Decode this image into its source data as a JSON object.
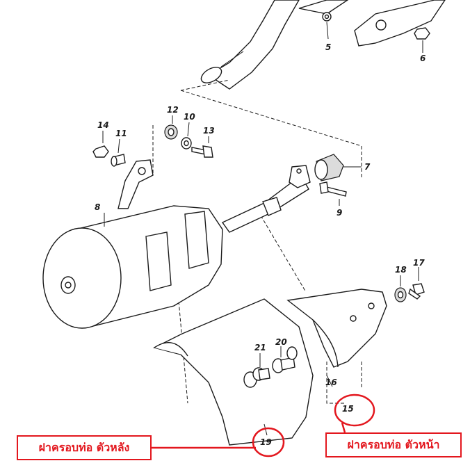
{
  "callouts": {
    "c5": "5",
    "c6": "6",
    "c7": "7",
    "c8": "8",
    "c9": "9",
    "c10": "10",
    "c11": "11",
    "c12": "12",
    "c13": "13",
    "c14": "14",
    "c15": "15",
    "c16": "16",
    "c17": "17",
    "c18": "18",
    "c19": "19",
    "c20": "20",
    "c21": "21"
  },
  "labels": {
    "rear_cover": "ฝาครอบท่อ ตัวหลัง",
    "front_cover": "ฝาครอบท่อ ตัวหน้า"
  },
  "colors": {
    "highlight": "#e3171e",
    "line": "#1a1a1a"
  }
}
